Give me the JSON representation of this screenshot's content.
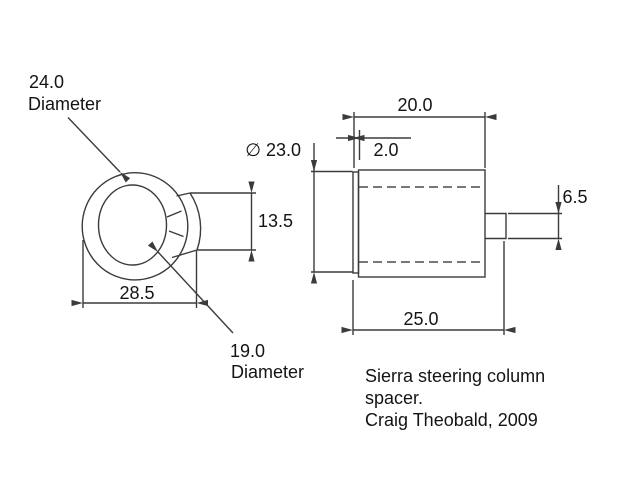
{
  "drawing": {
    "front_view": {
      "outer_diameter_value": "24.0",
      "outer_diameter_word": "Diameter",
      "inner_diameter_value": "19.0",
      "inner_diameter_word": "Diameter",
      "overall_width": "28.5",
      "lug_height": "13.5"
    },
    "side_view": {
      "body_length": "20.0",
      "flange_thickness": "2.0",
      "diameter": "∅ 23.0",
      "overall_length": "25.0",
      "lug_width": "6.5"
    },
    "caption": {
      "line1": "Sierra steering column",
      "line2": "spacer.",
      "line3": "Craig Theobald, 2009"
    },
    "colors": {
      "line": "#3b3b3b",
      "text": "#141414",
      "background": "#ffffff"
    }
  }
}
